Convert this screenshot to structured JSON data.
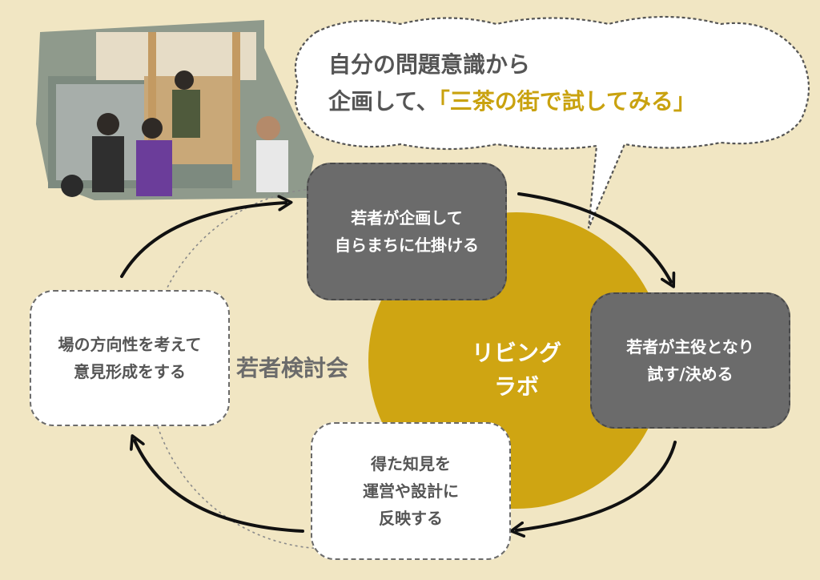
{
  "speech_bubble": {
    "line1": "自分の問題意識から",
    "line2_prefix": "企画して、",
    "line2_quote": "「三茶の街で試してみる」"
  },
  "cycle": {
    "center_line1": "リビング",
    "center_line2": "ラボ",
    "group_label": "若者検討会",
    "steps": [
      {
        "line1": "若者が企画して",
        "line2": "自らまちに仕掛ける"
      },
      {
        "line1": "若者が主役となり",
        "line2": "試す/決める"
      },
      {
        "line1": "得た知見を",
        "line2": "運営や設計に",
        "line3": "反映する"
      },
      {
        "line1": "場の方向性を考えて",
        "line2": "意見形成をする"
      }
    ]
  },
  "colors": {
    "background": "#f1e6c3",
    "accent_gold": "#c9a20f",
    "dark_gray": "#6b6b6b"
  }
}
